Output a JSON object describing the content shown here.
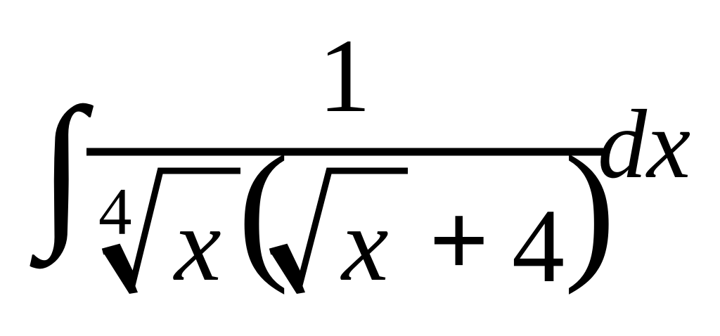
{
  "formula": {
    "integral_sign": "∫",
    "numerator": "1",
    "root_index": "4",
    "radicand_outer": "x",
    "left_paren": "(",
    "radicand_inner": "x",
    "plus_sign": "+",
    "constant": "4",
    "right_paren": ")",
    "differential": "dx"
  },
  "colors": {
    "ink": "#000000",
    "background": "#ffffff"
  }
}
